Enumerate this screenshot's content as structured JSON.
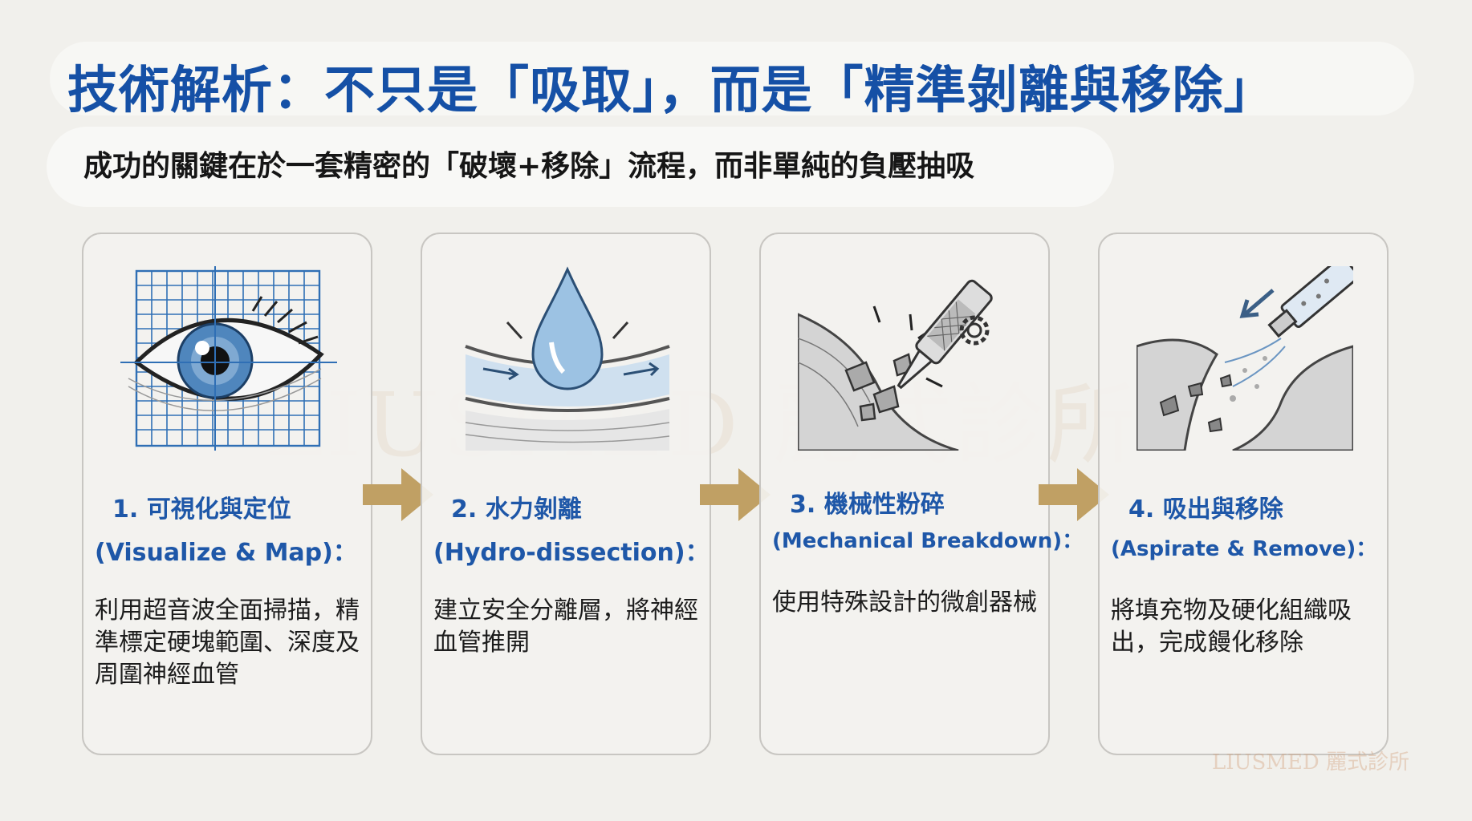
{
  "header": {
    "title": "技術解析：不只是「吸取」，而是「精準剝離與移除」",
    "subtitle": "成功的關鍵在於一套精密的「破壞+移除」流程，而非單純的負壓抽吸"
  },
  "steps": [
    {
      "title": "1. 可視化與定位",
      "english": "(Visualize & Map)：",
      "description": "利用超音波全面掃描，精準標定硬塊範圍、深度及周圍神經血管",
      "icon": "eye-grid-icon"
    },
    {
      "title": "2. 水力剝離",
      "english": "(Hydro-dissection)：",
      "description": "建立安全分離層，將神經血管推開",
      "icon": "water-drop-icon"
    },
    {
      "title": "3. 機械性粉碎",
      "english": "(Mechanical Breakdown)：",
      "description": "使用特殊設計的微創器械",
      "icon": "micro-instrument-icon"
    },
    {
      "title": "4. 吸出與移除",
      "english": "(Aspirate & Remove)：",
      "description": "將填充物及硬化組織吸出，完成饅化移除",
      "icon": "aspiration-cannula-icon"
    }
  ],
  "watermark": {
    "logo": "LIUSMED 麗式診所"
  },
  "colors": {
    "title_blue": "#1550a6",
    "heading_blue": "#1e57a8",
    "arrow_gold": "#c0a064",
    "background": "#f1f0ec"
  }
}
